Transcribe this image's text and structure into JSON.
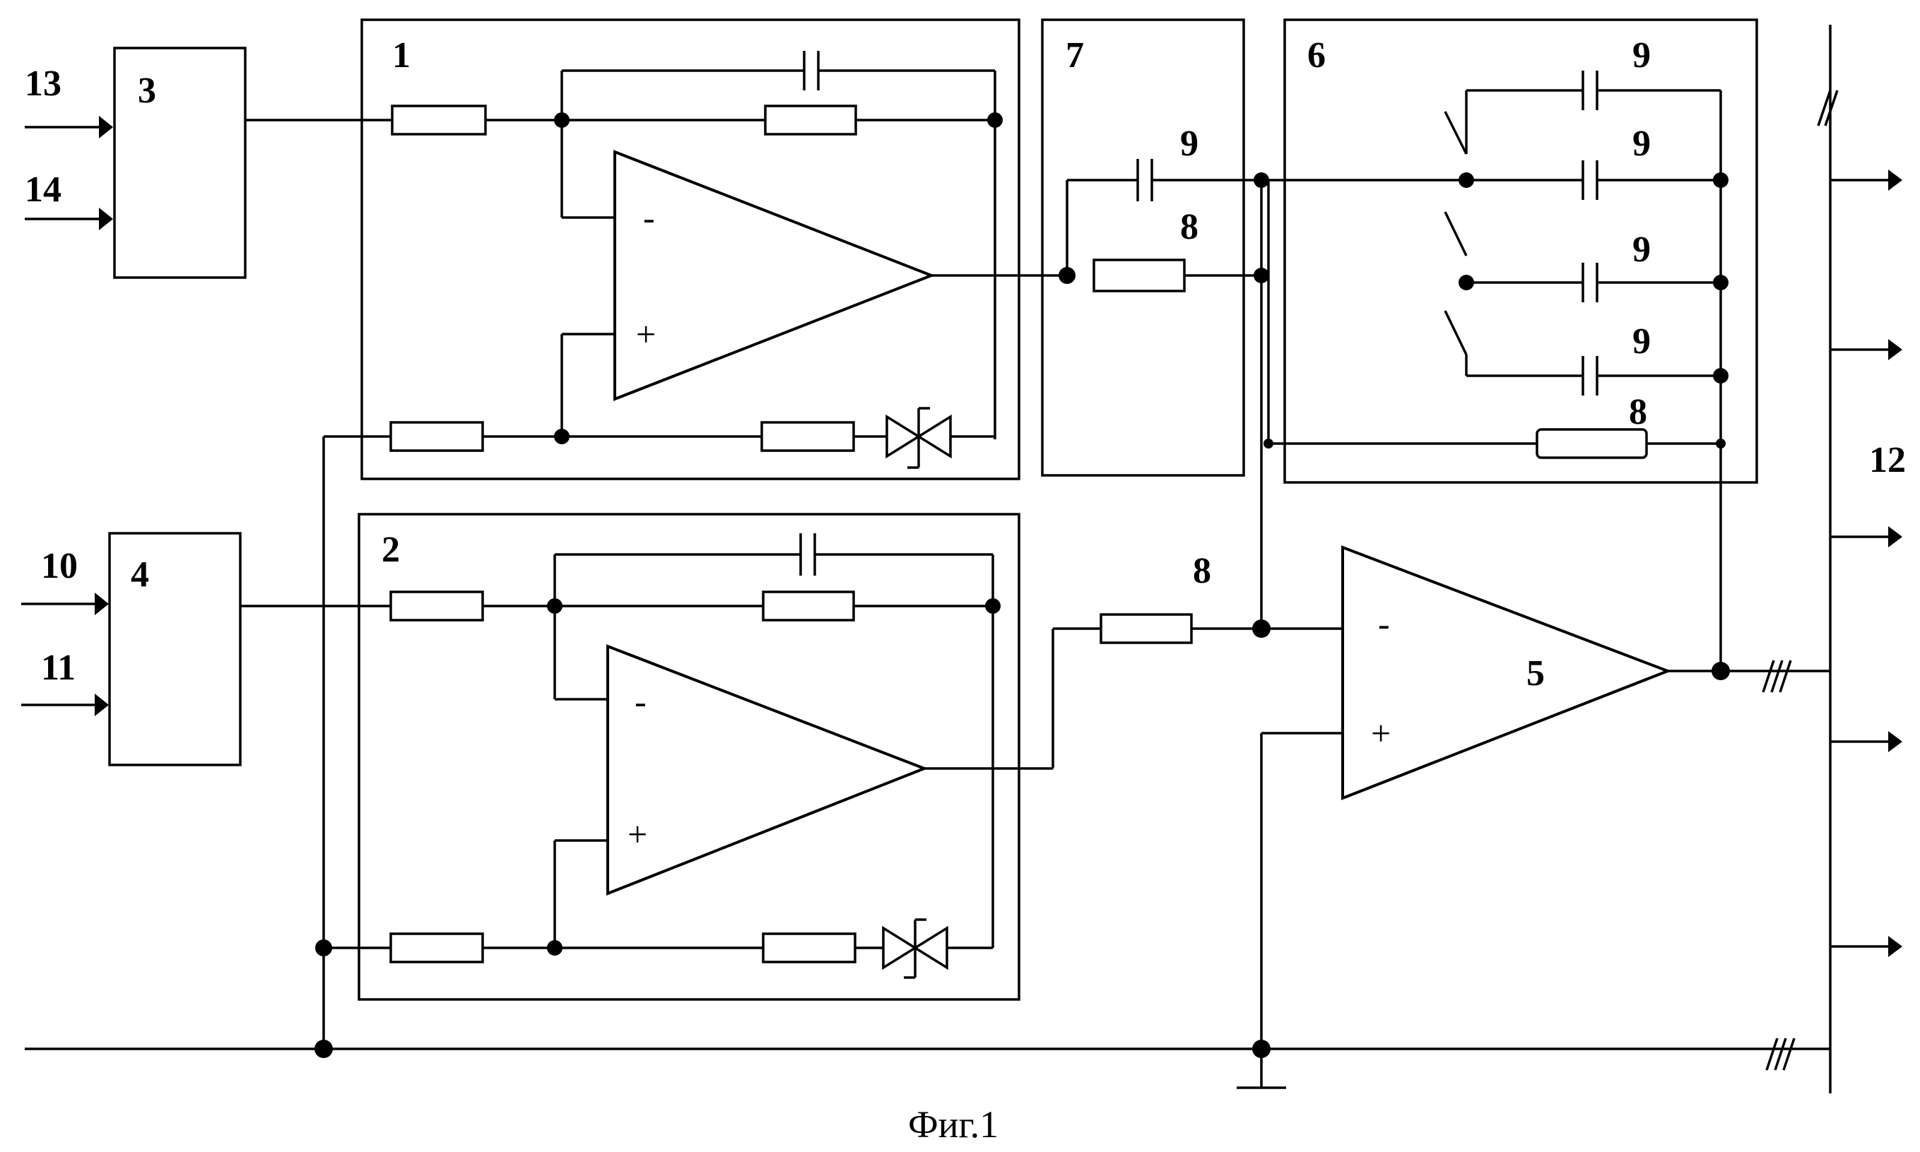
{
  "labels": {
    "block_1": "1",
    "block_2": "2",
    "block_3": "3",
    "block_4": "4",
    "amp_5": "5",
    "block_6": "6",
    "block_7": "7",
    "res_8_block7": "8",
    "res_8_input": "8",
    "res_8_block6": "8",
    "cap_9_block7": "9",
    "cap_9_a": "9",
    "cap_9_b": "9",
    "cap_9_c": "9",
    "cap_9_d": "9",
    "input_10": "10",
    "input_11": "11",
    "output_12": "12",
    "input_13": "13",
    "input_14": "14"
  },
  "signs": {
    "minus": "-",
    "plus": "+"
  },
  "caption": "Фиг.1"
}
